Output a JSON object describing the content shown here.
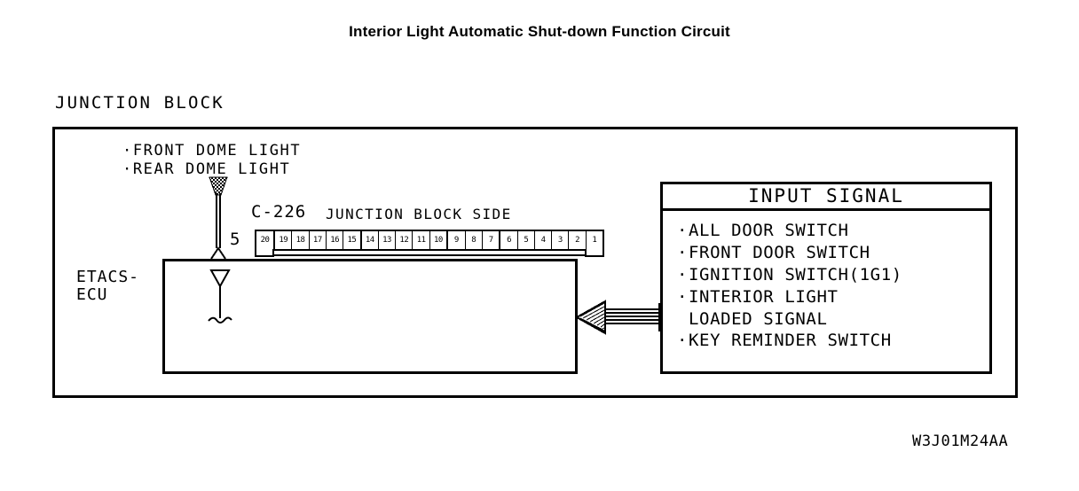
{
  "title": "Interior Light Automatic Shut-down Function Circuit",
  "junction_block_caption": "JUNCTION BLOCK",
  "dome_lights": {
    "line1": "·FRONT DOME LIGHT",
    "line2": "·REAR DOME LIGHT"
  },
  "connector": {
    "code": "C-226",
    "side_label": "JUNCTION BLOCK SIDE",
    "wire_pin_label": "5",
    "pin_groups": [
      [
        "20"
      ],
      [
        "19",
        "18",
        "17",
        "16",
        "15"
      ],
      [
        "14",
        "13",
        "12",
        "11",
        "10"
      ],
      [
        "9",
        "8",
        "7"
      ],
      [
        "6",
        "5",
        "4",
        "3",
        "2",
        "1"
      ]
    ]
  },
  "ecu": {
    "label_line1": "ETACS-",
    "label_line2": "ECU"
  },
  "input_signal": {
    "header": "INPUT SIGNAL",
    "items": [
      {
        "bullet": "·",
        "text": "ALL DOOR SWITCH"
      },
      {
        "bullet": "·",
        "text": "FRONT DOOR SWITCH"
      },
      {
        "bullet": "·",
        "text": "IGNITION SWITCH(1G1)"
      },
      {
        "bullet": "·",
        "text": "INTERIOR LIGHT",
        "continuation": "LOADED SIGNAL"
      },
      {
        "bullet": "·",
        "text": "KEY REMINDER SWITCH"
      }
    ]
  },
  "reference_code": "W3J01M24AA",
  "colors": {
    "ink": "#000000",
    "paper": "#ffffff"
  }
}
